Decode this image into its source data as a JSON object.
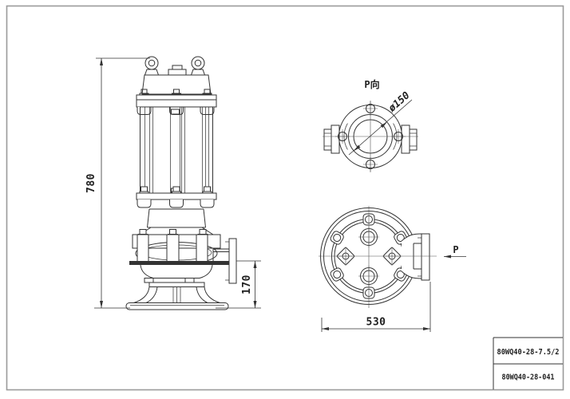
{
  "dimensions": {
    "overall_height": "780",
    "outlet_center_height": "170",
    "flange_diameter": "ø150",
    "base_width": "530"
  },
  "labels": {
    "p_view": "P向",
    "view_direction": "P"
  },
  "title_block": {
    "model": "80WQ40-28-7.5/2",
    "drawing_number": "80WQ40-28-041"
  },
  "colors": {
    "line": "#333333",
    "frame_border": "#9b9b9b",
    "background": "#ffffff"
  }
}
